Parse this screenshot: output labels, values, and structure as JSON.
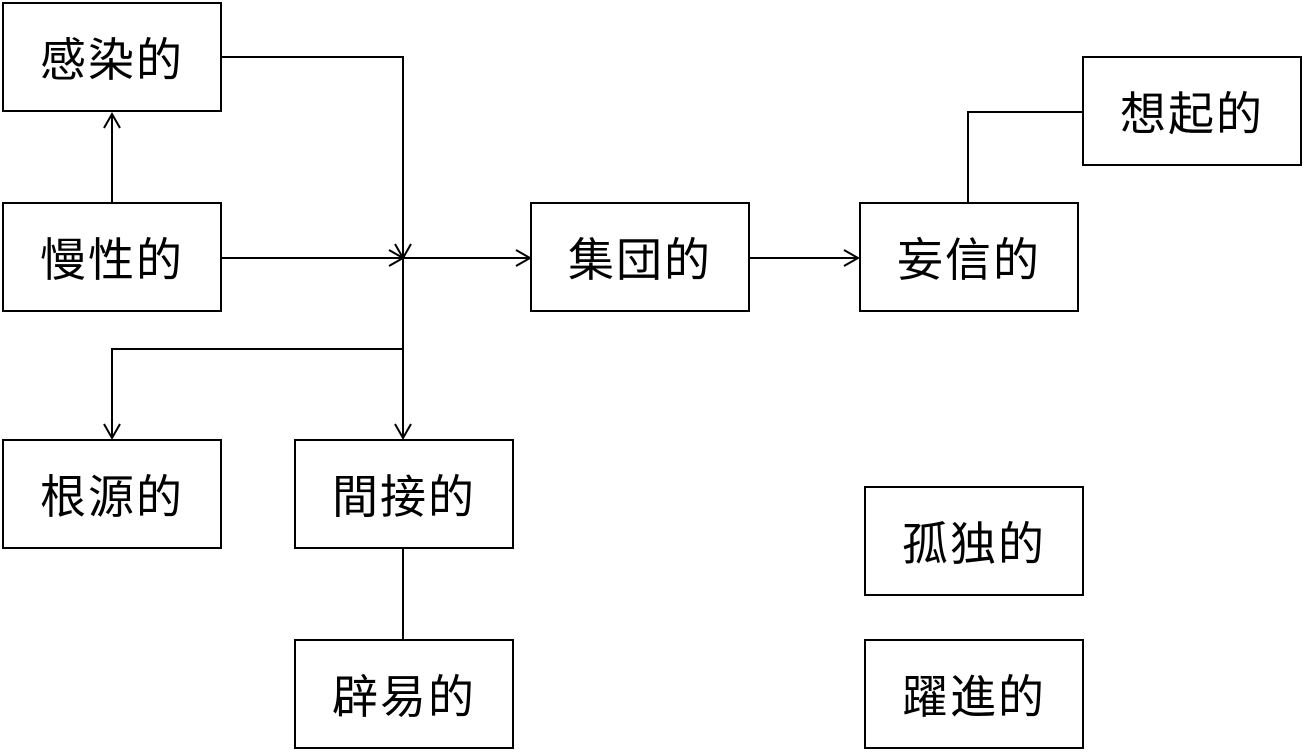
{
  "nodes": {
    "kansen": "感染的",
    "mansei": "慢性的",
    "shudan": "集団的",
    "moushin": "妄信的",
    "souki": "想起的",
    "kongen": "根源的",
    "kansetsu": "間接的",
    "hekieki": "辟易的",
    "kodoku": "孤独的",
    "yakushin": "躍進的"
  },
  "colors": {
    "stroke": "#000000",
    "background": "#ffffff"
  }
}
